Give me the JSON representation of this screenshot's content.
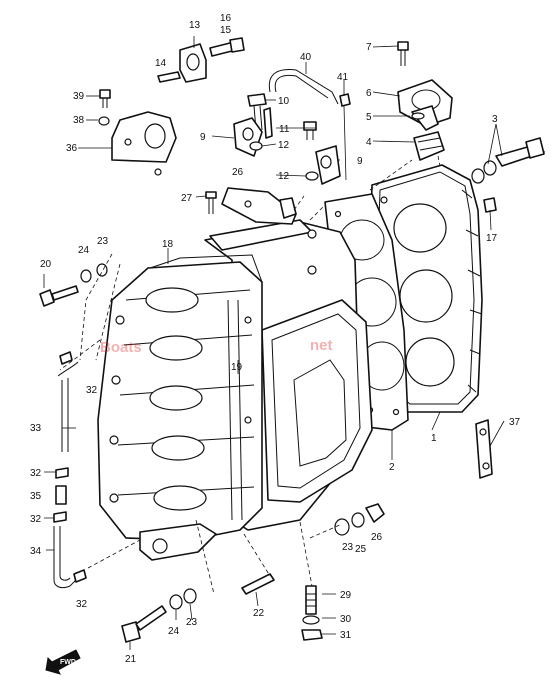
{
  "watermark": {
    "prefix": "Boats",
    "highlight": "net"
  },
  "fwd_label": "FWD",
  "callouts": [
    "1",
    "2",
    "3",
    "4",
    "5",
    "6",
    "7",
    "9",
    "9",
    "10",
    "11",
    "12",
    "12",
    "13",
    "14",
    "15",
    "16",
    "17",
    "18",
    "19",
    "20",
    "21",
    "22",
    "23",
    "23",
    "23",
    "24",
    "24",
    "24",
    "25",
    "26",
    "27",
    "29",
    "30",
    "31",
    "32",
    "32",
    "32",
    "32",
    "33",
    "34",
    "35",
    "36",
    "37",
    "38",
    "39",
    "40",
    "41"
  ]
}
